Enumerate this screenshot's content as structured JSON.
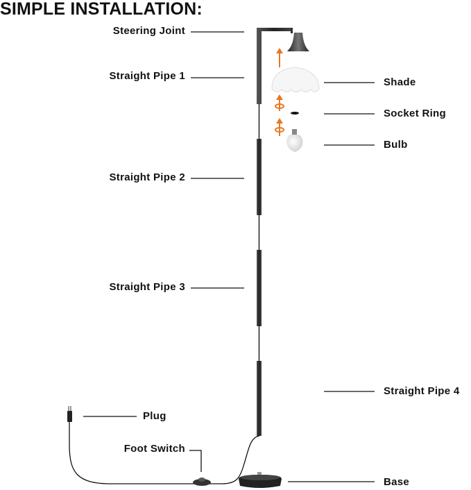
{
  "title": "SIMPLE INSTALLATION:",
  "labels": {
    "steering_joint": "Steering Joint",
    "straight_pipe_1": "Straight Pipe 1",
    "straight_pipe_2": "Straight Pipe 2",
    "straight_pipe_3": "Straight Pipe 3",
    "straight_pipe_4": "Straight Pipe 4",
    "shade": "Shade",
    "socket_ring": "Socket Ring",
    "bulb": "Bulb",
    "plug": "Plug",
    "foot_switch": "Foot Switch",
    "base": "Base"
  },
  "colors": {
    "arrow": "#e87722",
    "pipe": "#333333",
    "text": "#111111"
  }
}
